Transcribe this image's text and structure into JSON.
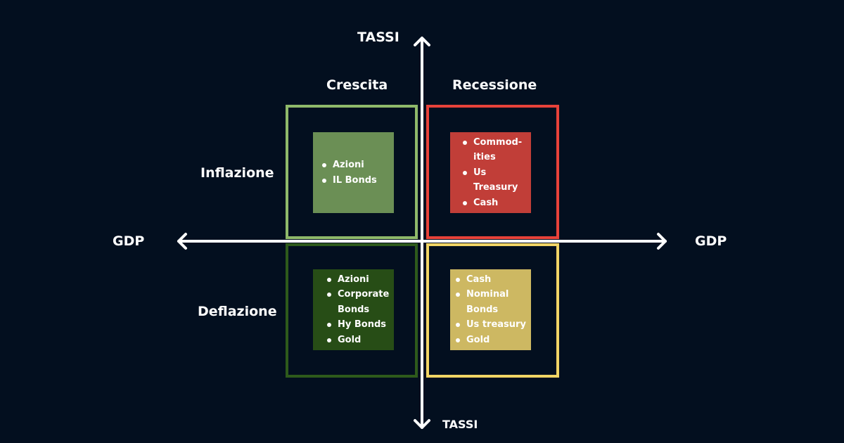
{
  "axes": {
    "top_label": "TASSI",
    "bottom_label": "TASSI",
    "left_label": "GDP",
    "right_label": "GDP"
  },
  "columns": {
    "left": "Crescita",
    "right": "Recessione"
  },
  "rows": {
    "top": "Inflazione",
    "bottom": "Deflazione"
  },
  "quadrants": {
    "top_left": {
      "items": [
        "Azioni",
        "IL Bonds"
      ]
    },
    "top_right": {
      "items": [
        "Commod-ities",
        "Us Treasury",
        "Cash"
      ]
    },
    "bottom_left": {
      "items": [
        "Azioni",
        "Corporate Bonds",
        "Hy Bonds",
        "Gold"
      ]
    },
    "bottom_right": {
      "items": [
        "Cash",
        "Nominal Bonds",
        "Us treasury",
        "Gold"
      ]
    }
  },
  "colors": {
    "background": "#030f1f",
    "growth_frame": "#8fb96a",
    "growth_card": "#6b8f55",
    "recession_frame": "#e8423a",
    "recession_card": "#c13e38",
    "deflation_growth_frame": "#2e5a1b",
    "deflation_growth_card": "#274d16",
    "deflation_recession_frame": "#f2d565",
    "deflation_recession_card": "#cdb862",
    "axis": "#ffffff"
  }
}
